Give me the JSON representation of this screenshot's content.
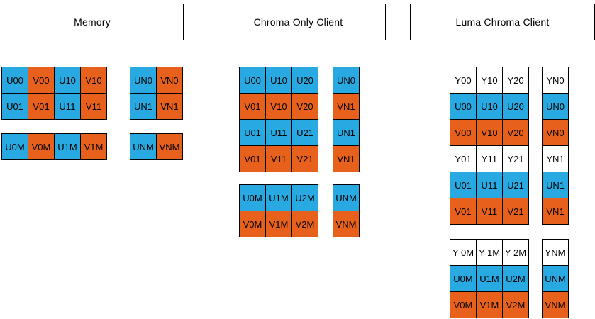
{
  "colors": {
    "chroma-u": "#29A9E1",
    "chroma-v": "#E8611C",
    "luma": "#FFFFFF",
    "border": "#000000"
  },
  "sections": [
    {
      "title": "Memory",
      "grids": [
        {
          "name": "memory-packed-uv-block",
          "rows": [
            [
              {
                "t": "U00",
                "c": "u"
              },
              {
                "t": "V00",
                "c": "v"
              },
              {
                "t": "U10",
                "c": "u"
              },
              {
                "t": "V10",
                "c": "v"
              }
            ],
            [
              {
                "t": "U01",
                "c": "u"
              },
              {
                "t": "V01",
                "c": "v"
              },
              {
                "t": "U11",
                "c": "u"
              },
              {
                "t": "V11",
                "c": "v"
              }
            ]
          ]
        },
        {
          "name": "memory-column-n-block",
          "rows": [
            [
              {
                "t": "UN0",
                "c": "u"
              },
              {
                "t": "VN0",
                "c": "v"
              }
            ],
            [
              {
                "t": "UN1",
                "c": "u"
              },
              {
                "t": "VN1",
                "c": "v"
              }
            ]
          ]
        },
        {
          "name": "memory-row-m-block",
          "rows": [
            [
              {
                "t": "U0M",
                "c": "u"
              },
              {
                "t": "V0M",
                "c": "v"
              },
              {
                "t": "U1M",
                "c": "u"
              },
              {
                "t": "V1M",
                "c": "v"
              }
            ]
          ]
        },
        {
          "name": "memory-corner-nm-block",
          "rows": [
            [
              {
                "t": "UNM",
                "c": "u"
              },
              {
                "t": "VNM",
                "c": "v"
              }
            ]
          ]
        }
      ]
    },
    {
      "title": "Chroma Only Client",
      "grids": [
        {
          "name": "chroma-only-main-block",
          "rows": [
            [
              {
                "t": "U00",
                "c": "u"
              },
              {
                "t": "U10",
                "c": "u"
              },
              {
                "t": "U20",
                "c": "u"
              }
            ],
            [
              {
                "t": "V01",
                "c": "v"
              },
              {
                "t": "V10",
                "c": "v"
              },
              {
                "t": "V20",
                "c": "v"
              }
            ],
            [
              {
                "t": "U01",
                "c": "u"
              },
              {
                "t": "U11",
                "c": "u"
              },
              {
                "t": "U21",
                "c": "u"
              }
            ],
            [
              {
                "t": "V01",
                "c": "v"
              },
              {
                "t": "V11",
                "c": "v"
              },
              {
                "t": "V21",
                "c": "v"
              }
            ]
          ]
        },
        {
          "name": "chroma-only-right-column",
          "rows": [
            [
              {
                "t": "UN0",
                "c": "u"
              }
            ],
            [
              {
                "t": "VN1",
                "c": "v"
              }
            ],
            [
              {
                "t": "UN1",
                "c": "u"
              }
            ],
            [
              {
                "t": "VN1",
                "c": "v"
              }
            ]
          ]
        },
        {
          "name": "chroma-only-bottom-block",
          "rows": [
            [
              {
                "t": "U0M",
                "c": "u"
              },
              {
                "t": "U1M",
                "c": "u"
              },
              {
                "t": "U2M",
                "c": "u"
              }
            ],
            [
              {
                "t": "V0M",
                "c": "v"
              },
              {
                "t": "V1M",
                "c": "v"
              },
              {
                "t": "V2M",
                "c": "v"
              }
            ]
          ]
        },
        {
          "name": "chroma-only-bottom-right-column",
          "rows": [
            [
              {
                "t": "UNM",
                "c": "u"
              }
            ],
            [
              {
                "t": "VNM",
                "c": "v"
              }
            ]
          ]
        }
      ]
    },
    {
      "title": "Luma Chroma Client",
      "grids": [
        {
          "name": "luma-chroma-main-block",
          "rows": [
            [
              {
                "t": "Y00",
                "c": "y"
              },
              {
                "t": "Y10",
                "c": "y"
              },
              {
                "t": "Y20",
                "c": "y"
              }
            ],
            [
              {
                "t": "U00",
                "c": "u"
              },
              {
                "t": "U10",
                "c": "u"
              },
              {
                "t": "U20",
                "c": "u"
              }
            ],
            [
              {
                "t": "V00",
                "c": "v"
              },
              {
                "t": "V10",
                "c": "v"
              },
              {
                "t": "V20",
                "c": "v"
              }
            ],
            [
              {
                "t": "Y01",
                "c": "y"
              },
              {
                "t": "Y11",
                "c": "y"
              },
              {
                "t": "Y21",
                "c": "y"
              }
            ],
            [
              {
                "t": "U01",
                "c": "u"
              },
              {
                "t": "U11",
                "c": "u"
              },
              {
                "t": "U21",
                "c": "u"
              }
            ],
            [
              {
                "t": "V01",
                "c": "v"
              },
              {
                "t": "V11",
                "c": "v"
              },
              {
                "t": "V21",
                "c": "v"
              }
            ]
          ]
        },
        {
          "name": "luma-chroma-right-column",
          "rows": [
            [
              {
                "t": "YN0",
                "c": "y"
              }
            ],
            [
              {
                "t": "UN0",
                "c": "u"
              }
            ],
            [
              {
                "t": "VN0",
                "c": "v"
              }
            ],
            [
              {
                "t": "YN1",
                "c": "y"
              }
            ],
            [
              {
                "t": "UN1",
                "c": "u"
              }
            ],
            [
              {
                "t": "VN1",
                "c": "v"
              }
            ]
          ]
        },
        {
          "name": "luma-chroma-bottom-block",
          "rows": [
            [
              {
                "t": "Y 0M",
                "c": "y"
              },
              {
                "t": "Y 1M",
                "c": "y"
              },
              {
                "t": "Y 2M",
                "c": "y"
              }
            ],
            [
              {
                "t": "U0M",
                "c": "u"
              },
              {
                "t": "U1M",
                "c": "u"
              },
              {
                "t": "U2M",
                "c": "u"
              }
            ],
            [
              {
                "t": "V0M",
                "c": "v"
              },
              {
                "t": "V1M",
                "c": "v"
              },
              {
                "t": "V2M",
                "c": "v"
              }
            ]
          ]
        },
        {
          "name": "luma-chroma-bottom-right-column",
          "rows": [
            [
              {
                "t": "YNM",
                "c": "y"
              }
            ],
            [
              {
                "t": "UNM",
                "c": "u"
              }
            ],
            [
              {
                "t": "VNM",
                "c": "v"
              }
            ]
          ]
        }
      ]
    }
  ]
}
